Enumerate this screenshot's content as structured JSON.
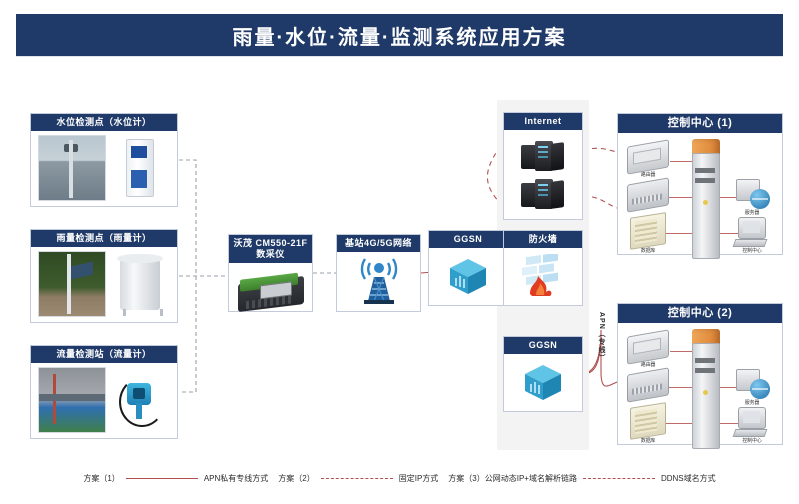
{
  "banner": {
    "title": "雨量·水位·流量·监测系统应用方案"
  },
  "sensors": [
    {
      "title": "水位检测点（水位计）",
      "photo_name": "water-level-site-photo",
      "device_name": "water-level-gauge"
    },
    {
      "title": "雨量检测点（雨量计）",
      "photo_name": "rain-gauge-site-photo",
      "device_name": "rain-gauge-device"
    },
    {
      "title": "流量检测站（流量计）",
      "photo_name": "flow-station-site-photo",
      "device_name": "flow-meter-device"
    }
  ],
  "middle": {
    "logger": {
      "title": "沃茂 CM550-21F 数采仪"
    },
    "network": {
      "title": "基站4G/5G网络"
    }
  },
  "network_column": {
    "internet": {
      "title": "Internet"
    },
    "ggsn_top": {
      "title": "GGSN"
    },
    "firewall": {
      "title": "防火墙"
    },
    "ggsn_bottom": {
      "title": "GGSN"
    },
    "apn_label": "APN（专线）"
  },
  "control_centers": [
    {
      "title": "控制中心 (1)",
      "nodes": [
        {
          "label": "路由器",
          "icon": "router-icon"
        },
        {
          "label": "",
          "icon": "switch-icon"
        },
        {
          "label": "数据库",
          "icon": "database-icon"
        },
        {
          "label": "",
          "icon": "firewall-appliance-icon"
        },
        {
          "label": "",
          "icon": "server-tower-icon"
        },
        {
          "label": "服务器",
          "icon": "web-server-icon"
        },
        {
          "label": "控制中心",
          "icon": "workstation-icon"
        }
      ]
    },
    {
      "title": "控制中心 (2)",
      "nodes": [
        {
          "label": "路由器",
          "icon": "router-icon"
        },
        {
          "label": "",
          "icon": "switch-icon"
        },
        {
          "label": "数据库",
          "icon": "database-icon"
        },
        {
          "label": "",
          "icon": "firewall-appliance-icon"
        },
        {
          "label": "",
          "icon": "server-tower-icon"
        },
        {
          "label": "服务器",
          "icon": "web-server-icon"
        },
        {
          "label": "控制中心",
          "icon": "workstation-icon"
        }
      ]
    }
  ],
  "legend": [
    {
      "scheme": "方案（1）",
      "line": "solid",
      "label": "APN私有专线方式"
    },
    {
      "scheme": "方案（2）",
      "line": "dashed",
      "label": "固定IP方式"
    },
    {
      "scheme": "方案（3）公网动态IP+域名解析链路",
      "line": "dashed",
      "label": "DDNS域名方式"
    }
  ],
  "colors": {
    "header_navy": "#1f3a68",
    "link_red": "#b05050",
    "dash_gray": "#9aa0a8",
    "cube_cyan": "#35a8d8"
  }
}
